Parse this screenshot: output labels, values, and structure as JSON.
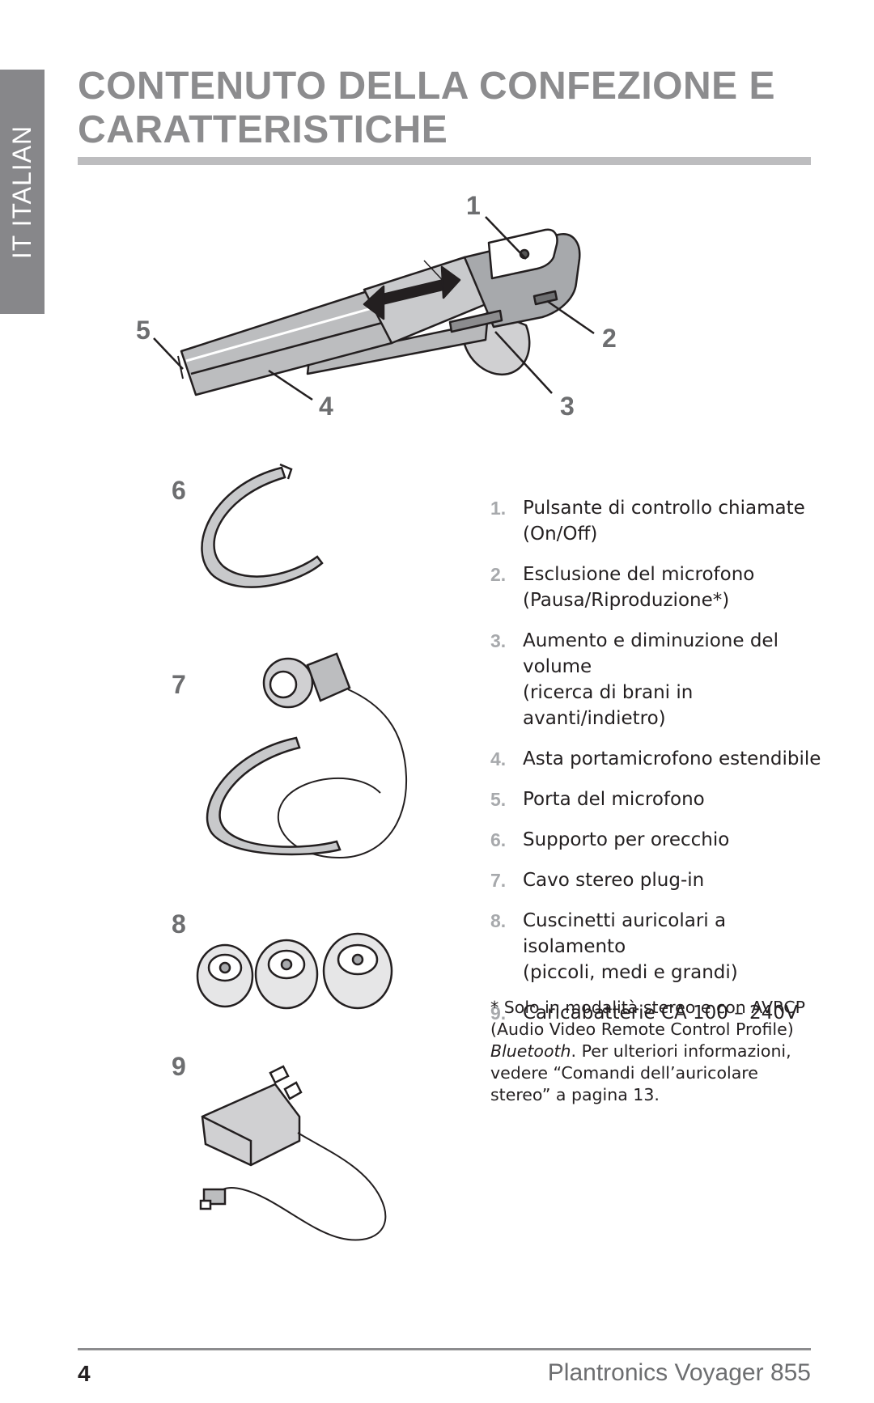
{
  "side_tab": {
    "label": "IT ITALIAN"
  },
  "title": "CONTENUTO DELLA CONFEZIONE E CARATTERISTICHE",
  "callouts": [
    "1",
    "2",
    "3",
    "4",
    "5",
    "6",
    "7",
    "8",
    "9"
  ],
  "legend": [
    {
      "num": "1.",
      "lines": [
        "Pulsante di controllo chiamate",
        "(On/Off)"
      ]
    },
    {
      "num": "2.",
      "lines": [
        "Esclusione del microfono",
        "(Pausa/Riproduzione*)"
      ]
    },
    {
      "num": "3.",
      "lines": [
        "Aumento e diminuzione del",
        "volume",
        "(ricerca di brani in avanti/indietro)"
      ]
    },
    {
      "num": "4.",
      "lines": [
        "Asta portamicrofono estendibile"
      ]
    },
    {
      "num": "5.",
      "lines": [
        "Porta del microfono"
      ]
    },
    {
      "num": "6.",
      "lines": [
        "Supporto per orecchio"
      ]
    },
    {
      "num": "7.",
      "lines": [
        "Cavo stereo plug-in"
      ]
    },
    {
      "num": "8.",
      "lines": [
        "Cuscinetti auricolari a isolamento",
        "(piccoli, medi e grandi)"
      ]
    },
    {
      "num": "9.",
      "lines": [
        "Caricabatterie CA 100 – 240V"
      ]
    }
  ],
  "note": {
    "before": "* Solo in modalità stereo e con AVRCP (Audio Video Remote Control Profile) ",
    "italic": "Bluetooth",
    "after": ". Per ulteriori informazioni, vedere “Comandi dell’auricolare stereo” a pagina 13."
  },
  "footer": {
    "page_number": "4",
    "product": "Plantronics Voyager 855"
  },
  "colors": {
    "heading_gray": "#8c8c8e",
    "tab_gray": "#87878a",
    "number_gray": "#a7a9ac",
    "text": "#231f20"
  }
}
